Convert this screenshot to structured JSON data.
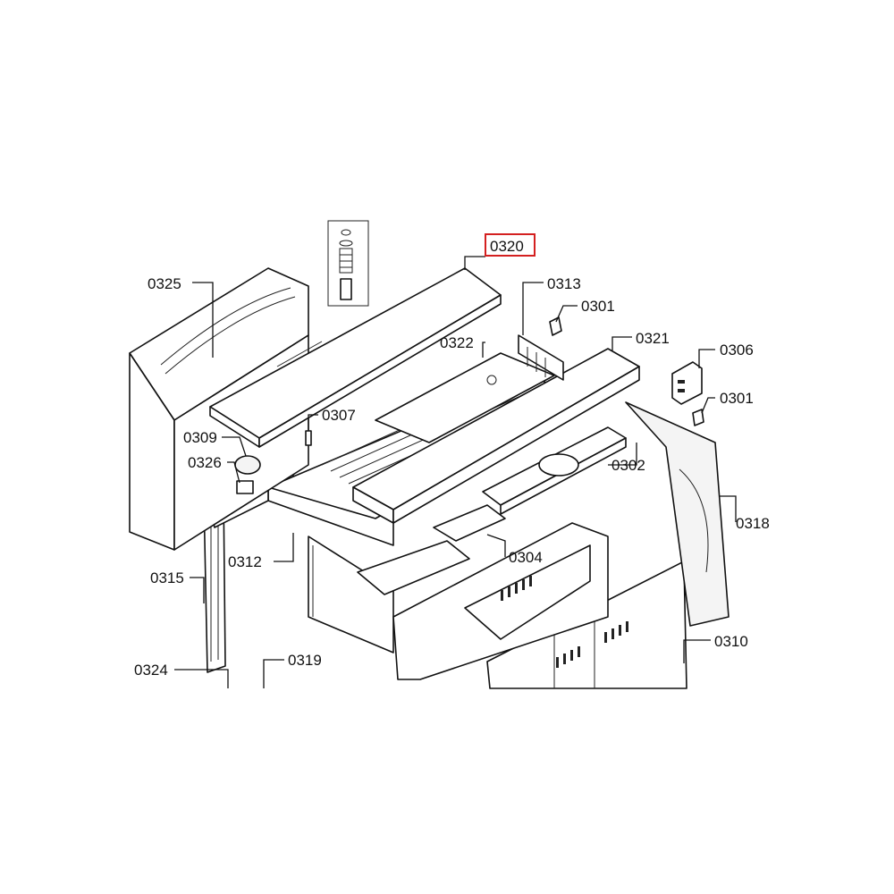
{
  "diagram": {
    "highlighted_part": "0320",
    "highlight_color": "#d42020",
    "line_color": "#111111",
    "background": "#ffffff",
    "labels": {
      "p0320": "0320",
      "p0325": "0325",
      "p0313": "0313",
      "p0301a": "0301",
      "p0322": "0322",
      "p0321": "0321",
      "p0306": "0306",
      "p0301b": "0301",
      "p0307": "0307",
      "p0309": "0309",
      "p0326": "0326",
      "p0302": "0302",
      "p0318": "0318",
      "p0312": "0312",
      "p0304": "0304",
      "p0315": "0315",
      "p0310": "0310",
      "p0324": "0324",
      "p0319": "0319"
    }
  }
}
